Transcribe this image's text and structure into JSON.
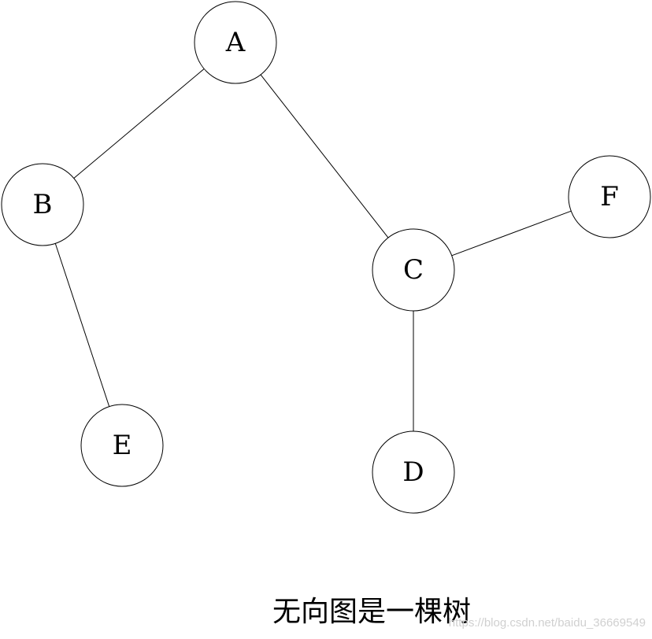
{
  "diagram": {
    "nodes": [
      {
        "id": "A",
        "label": "A"
      },
      {
        "id": "B",
        "label": "B"
      },
      {
        "id": "C",
        "label": "C"
      },
      {
        "id": "D",
        "label": "D"
      },
      {
        "id": "E",
        "label": "E"
      },
      {
        "id": "F",
        "label": "F"
      }
    ],
    "edges": [
      {
        "from": "A",
        "to": "B"
      },
      {
        "from": "A",
        "to": "C"
      },
      {
        "from": "B",
        "to": "E"
      },
      {
        "from": "C",
        "to": "F"
      },
      {
        "from": "C",
        "to": "D"
      }
    ]
  },
  "caption": "无向图是一棵树",
  "watermark": "https://blog.csdn.net/baidu_36669549"
}
